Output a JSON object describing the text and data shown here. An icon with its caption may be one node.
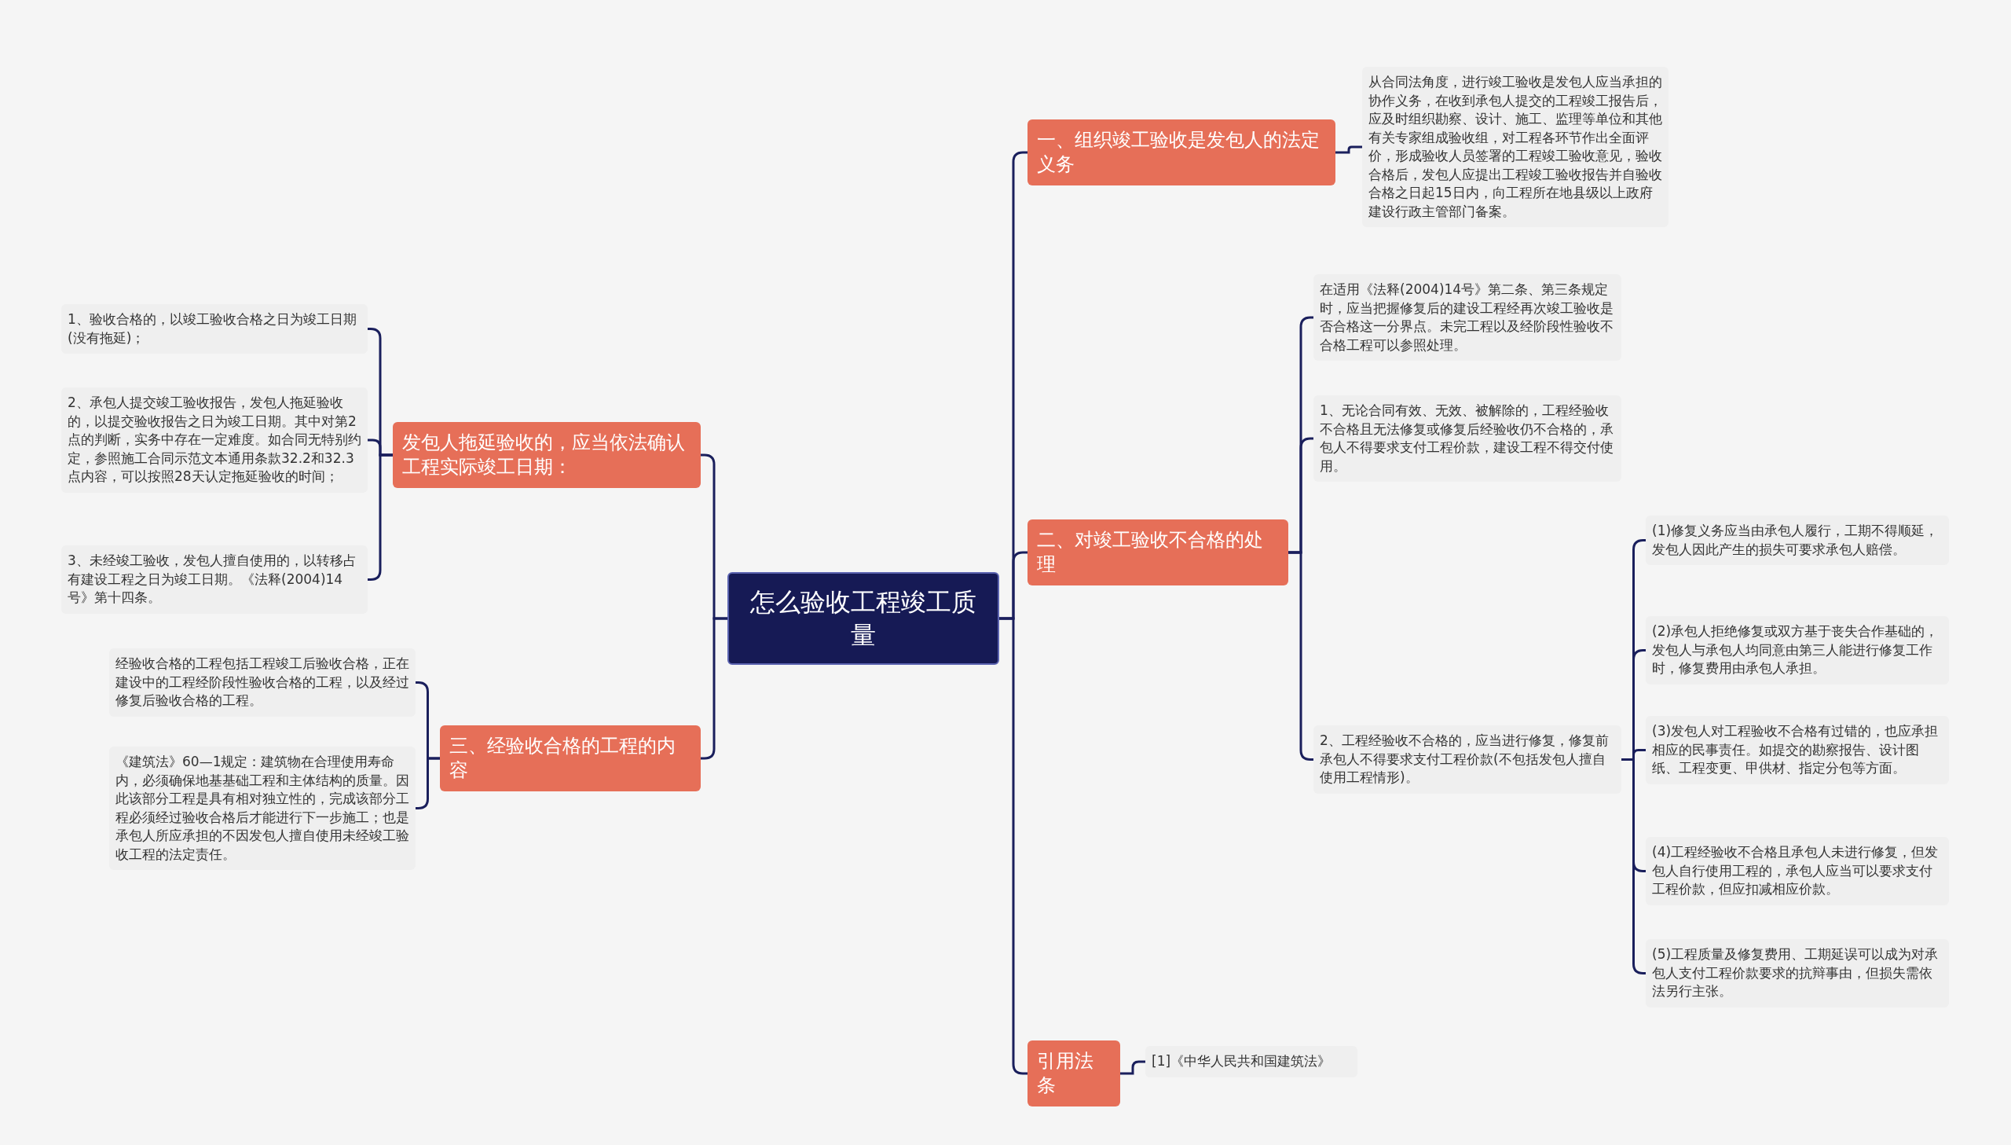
{
  "diagram": {
    "nodes": [
      {
        "text": [
          "怎么验收工程竣工质量"
        ]
      },
      {
        "text": [
          "一、组织竣工验收是发包人的法定义务"
        ]
      },
      {
        "text": [
          "从合同法角度，进行竣工验收是发包人应当承担的协作义务，在收到承包人提交的工程竣工报告后，应及时组织勘察、设计、施工、监理等单位和其他有关专家组成验收组，对工程各环节作出全面评价，形成验收人员签署的工程竣工验收意见，验收合格后，发包人应提出工程竣工验收报告并自验收合格之日起15日内，向工程所在地县级以上政府建设行政主管部门备案。"
        ]
      },
      {
        "text": [
          "二、对竣工验收不合格的处理"
        ]
      },
      {
        "text": [
          "在适用《法释(2004)14号》第二条、第三条规定时，应当把握修复后的建设工程经再次竣工验收是否合格这一分界点。未完工程以及经阶段性验收不合格工程可以参照处理。"
        ]
      },
      {
        "text": [
          "1、无论合同有效、无效、被解除的，工程经验收不合格且无法修复或修复后经验收仍不合格的，承包人不得要求支付工程价款，建设工程不得交付使用。"
        ]
      },
      {
        "text": [
          "2、工程经验收不合格的，应当进行修复，修复前承包人不得要求支付工程价款(不包括发包人擅自使用工程情形)。"
        ]
      },
      {
        "text": [
          "(1)修复义务应当由承包人履行，工期不得顺延，发包人因此产生的损失可要求承包人赔偿。"
        ]
      },
      {
        "text": [
          "(2)承包人拒绝修复或双方基于丧失合作基础的，发包人与承包人均同意由第三人能进行修复工作时，修复费用由承包人承担。"
        ]
      },
      {
        "text": [
          "(3)发包人对工程验收不合格有过错的，也应承担相应的民事责任。如提交的勘察报告、设计图纸、工程变更、甲供材、指定分包等方面。"
        ]
      },
      {
        "text": [
          "(4)工程经验收不合格且承包人未进行修复，但发包人自行使用工程的，承包人应当可以要求支付工程价款，但应扣减相应价款。"
        ]
      },
      {
        "text": [
          "(5)工程质量及修复费用、工期延误可以成为对承包人支付工程价款要求的抗辩事由，但损失需依法另行主张。"
        ]
      },
      {
        "text": [
          "引用法条"
        ]
      },
      {
        "text": [
          "[1]《中华人民共和国建筑法》"
        ]
      },
      {
        "text": [
          "发包人拖延验收的，应当依法确认工程实际竣工日期："
        ]
      },
      {
        "text": [
          "1、验收合格的，以竣工验收合格之日为竣工日期(没有拖延)；"
        ]
      },
      {
        "text": [
          "2、承包人提交竣工验收报告，发包人拖延验收的，以提交验收报告之日为竣工日期。其中对第2点的判断，实务中存在一定难度。如合同无特别约定，参照施工合同示范文本通用条款32.2和32.3点内容，可以按照28天认定拖延验收的时间；"
        ]
      },
      {
        "text": [
          "3、未经竣工验收，发包人擅自使用的，以转移占有建设工程之日为竣工日期。《法释(2004)14号》第十四条。"
        ]
      },
      {
        "text": [
          "三、经验收合格的工程的内容"
        ]
      },
      {
        "text": [
          "经验收合格的工程包括工程竣工后验收合格，正在建设中的工程经阶段性验收合格的工程，以及经过修复后验收合格的工程。"
        ]
      },
      {
        "text": [
          "《建筑法》60—1规定：建筑物在合理使用寿命内，必须确保地基基础工程和主体结构的质量。因此该部分工程是具有相对独立性的，完成该部分工程必须经过验收合格后才能进行下一步施工；也是承包人所应承担的不因发包人擅自使用未经竣工验收工程的法定责任。"
        ]
      }
    ],
    "edges": [
      {
        "from": 0,
        "to": 1,
        "arrow": "none"
      },
      {
        "from": 1,
        "to": 2,
        "arrow": "none"
      },
      {
        "from": 0,
        "to": 3,
        "arrow": "none"
      },
      {
        "from": 3,
        "to": 4,
        "arrow": "none"
      },
      {
        "from": 3,
        "to": 5,
        "arrow": "none"
      },
      {
        "from": 3,
        "to": 6,
        "arrow": "none"
      },
      {
        "from": 6,
        "to": 7,
        "arrow": "none"
      },
      {
        "from": 6,
        "to": 8,
        "arrow": "none"
      },
      {
        "from": 6,
        "to": 9,
        "arrow": "none"
      },
      {
        "from": 6,
        "to": 10,
        "arrow": "none"
      },
      {
        "from": 6,
        "to": 11,
        "arrow": "none"
      },
      {
        "from": 0,
        "to": 12,
        "arrow": "none"
      },
      {
        "from": 12,
        "to": 13,
        "arrow": "none"
      },
      {
        "from": 0,
        "to": 14,
        "arrow": "none"
      },
      {
        "from": 14,
        "to": 15,
        "arrow": "none"
      },
      {
        "from": 14,
        "to": 16,
        "arrow": "none"
      },
      {
        "from": 14,
        "to": 17,
        "arrow": "none"
      },
      {
        "from": 0,
        "to": 18,
        "arrow": "none"
      },
      {
        "from": 18,
        "to": 19,
        "arrow": "none"
      },
      {
        "from": 18,
        "to": 20,
        "arrow": "none"
      }
    ]
  }
}
